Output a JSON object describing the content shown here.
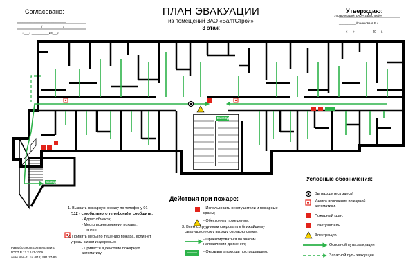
{
  "header": {
    "title": "ПЛАН ЭВАКУАЦИИ",
    "subtitle": "из помещений ЗАО «БалтСтрой»",
    "floor": "3 этаж"
  },
  "agreed": {
    "title": "Согласовано:",
    "line1": "____________________________",
    "line2": "______________/____________/",
    "date": "«___» __________20___г."
  },
  "approve": {
    "title": "Утверждаю:",
    "position": "Управляющий ЗАО «БалтСтрой»",
    "signature": "__________/Кочекова А.В./",
    "date": "«___» __________20___г."
  },
  "plan": {
    "exit_sign": "ВЫХОД",
    "exit_sign_stair": "ВЫХОД"
  },
  "actions": {
    "title": "Действия при пожаре:",
    "items": [
      "1. Вызвать пожарную охрану по телефону 01",
      "(112 - с мобильного телефона) и сообщить:",
      "- Адрес объекта;",
      "- Место возникновения пожара;",
      "Ф.И.О.",
      "2. Принять меры по тушению пожара, если нет",
      "угрозы жизни и здоровью.",
      "- Привести в действие пожарную",
      "автоматику;",
      "- Использовать огнетушители и пожарные",
      "краны;",
      "- Обесточить помещение.",
      "3. Всем сотрудникам следовать к ближайшему",
      "эвакуационному выходу согласно схеме:",
      "- Ориентироваться по знакам",
      "направления движения;",
      "- Оказывать помощь пострадавшим."
    ]
  },
  "legend": {
    "title": "Условные обозначения:",
    "items": [
      "Вы находитесь здесь!",
      "Кнопка включения пожарной",
      "автоматики.",
      "Пожарный кран.",
      "Огнетушитель.",
      "Электрощит.",
      "Основной путь эвакуации",
      "Запасной путь эвакуации."
    ]
  },
  "footer": {
    "line1": "Разработано в соответствии с",
    "line2": "ГОСТ Р 12.2.143-2009",
    "line3": "www.plan-01.ru, (812) 981-77-86"
  },
  "colors": {
    "wall": "#000000",
    "evac": "#2db34a",
    "sign_red": "#e2231a",
    "sign_green": "#2db34a"
  }
}
